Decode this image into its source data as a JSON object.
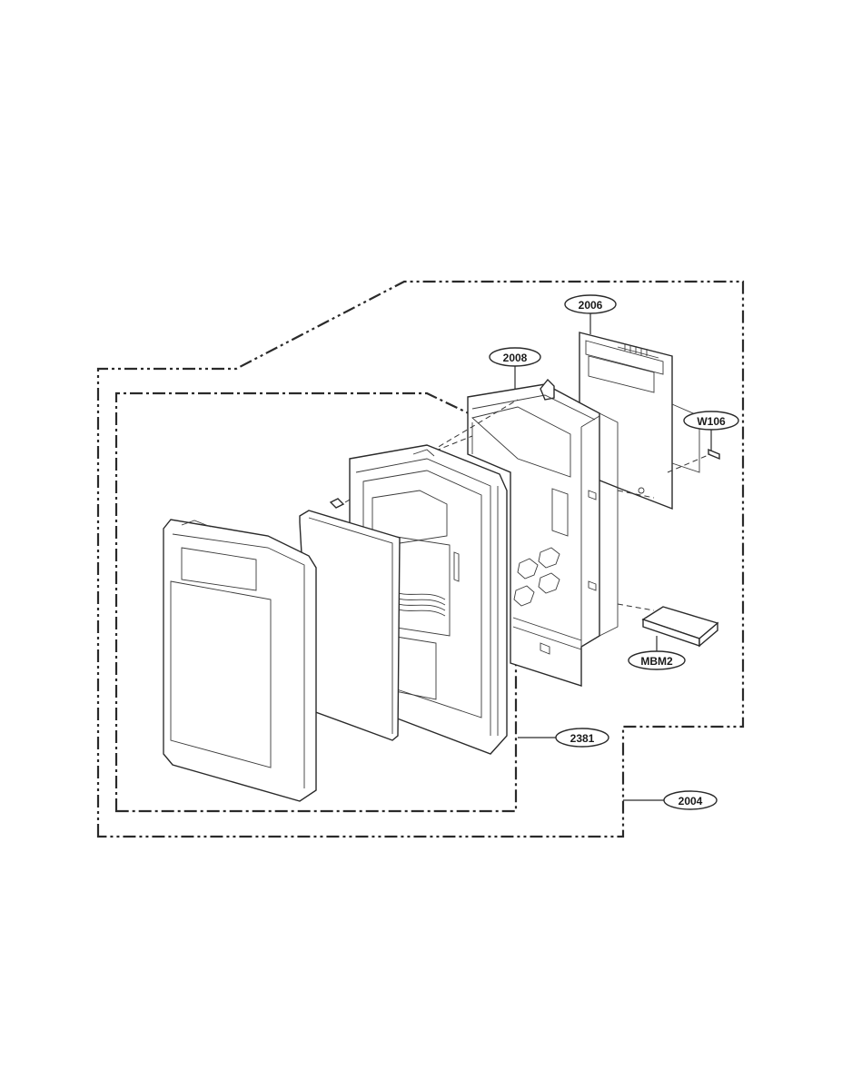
{
  "callouts": {
    "c2006": "2006",
    "c2008": "2008",
    "cW106": "W106",
    "cMBM2": "MBM2",
    "c2381": "2381",
    "c2004": "2004"
  }
}
